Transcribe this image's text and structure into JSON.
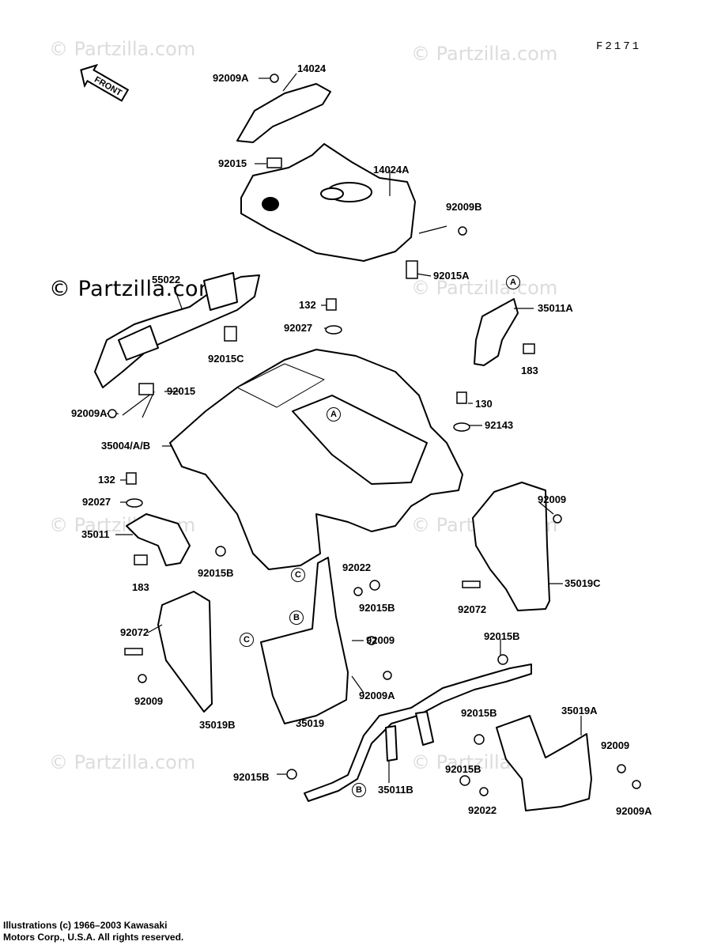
{
  "figure_code": "F2171",
  "watermarks": {
    "site": "© Partzilla.com",
    "main": "© Partzilla.com"
  },
  "front_arrow": {
    "text": "FRONT",
    "icon": "front-direction-arrow-icon"
  },
  "callouts": {
    "a": "A",
    "b": "B",
    "c": "C"
  },
  "labels": {
    "p92009A_top": "92009A",
    "p14024": "14024",
    "p92015_top": "92015",
    "p14024A": "14024A",
    "p92009B": "92009B",
    "p92015A": "92015A",
    "p55022": "55022",
    "p132_top": "132",
    "p92027_top": "92027",
    "p35011A": "35011A",
    "p183_right": "183",
    "p92015C": "92015C",
    "p92015_mid": "92015",
    "p92009A_left": "92009A",
    "p130": "130",
    "p92143": "92143",
    "p35004": "35004/A/B",
    "p132_left": "132",
    "p92027_left": "92027",
    "p35011": "35011",
    "p183_left": "183",
    "p92015B_a": "92015B",
    "p92009_right": "92009",
    "p35019C": "35019C",
    "p92072_right": "92072",
    "p92022_a": "92022",
    "p92015B_b": "92015B",
    "p92072_left": "92072",
    "p92009_mid": "92009",
    "p92009_left": "92009",
    "p92009A_mid": "92009A",
    "p35019B": "35019B",
    "p35019": "35019",
    "p92015B_c": "92015B",
    "p35019A": "35019A",
    "p92015B_d": "92015B",
    "p92009_br": "92009",
    "p92015B_e": "92015B",
    "p92009A_br": "92009A",
    "p92015B_f": "92015B",
    "p35011B": "35011B",
    "p92022_b": "92022"
  },
  "copyright": {
    "line1": "Illustrations (c) 1966–2003 Kawasaki",
    "line2": "Motors Corp., U.S.A.  All rights reserved."
  }
}
